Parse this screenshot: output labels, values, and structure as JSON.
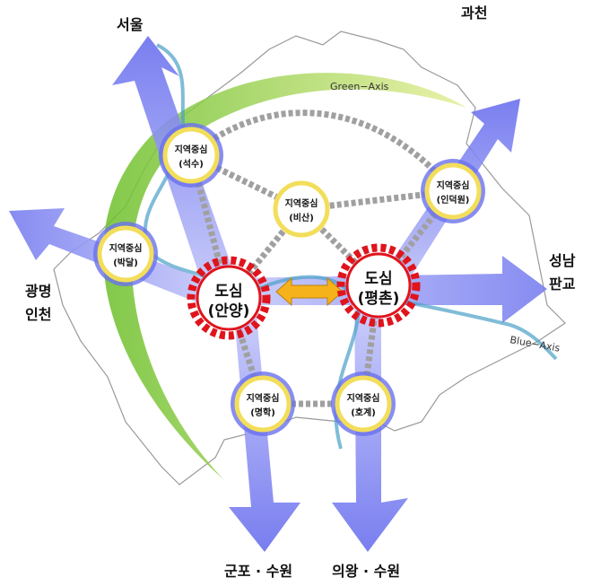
{
  "regions": {
    "north_west": "서울",
    "north_east": "과천",
    "east_1": "성남",
    "east_2": "판교",
    "west_1": "광명",
    "west_2": "인천",
    "south_1": "군포 · 수원",
    "south_2": "의왕 · 수원"
  },
  "axes": {
    "green": "Green−Axis",
    "blue": "Blue−Axis"
  },
  "colors": {
    "arrow": "#7b80f0",
    "green": "#7fc63a",
    "river": "#4aa0c8",
    "core_ring": "#e0141c",
    "node_ring": "#f2de5a",
    "link": "#a0a0a0",
    "connector": "#f5b21a"
  },
  "regional_centers": [
    {
      "id": "seoksu",
      "title": "지역중심",
      "name": "(석수)"
    },
    {
      "id": "bisan",
      "title": "지역중심",
      "name": "(비산)"
    },
    {
      "id": "indeogwon",
      "title": "지역중심",
      "name": "(인덕원)"
    },
    {
      "id": "bakdal",
      "title": "지역중심",
      "name": "(박달)"
    },
    {
      "id": "myeonghak",
      "title": "지역중심",
      "name": "(명학)"
    },
    {
      "id": "hogye",
      "title": "지역중심",
      "name": "(호계)"
    }
  ],
  "downtowns": [
    {
      "id": "anyang",
      "title": "도심",
      "name": "(안양)"
    },
    {
      "id": "pyeongchon",
      "title": "도심",
      "name": "(평촌)"
    }
  ]
}
